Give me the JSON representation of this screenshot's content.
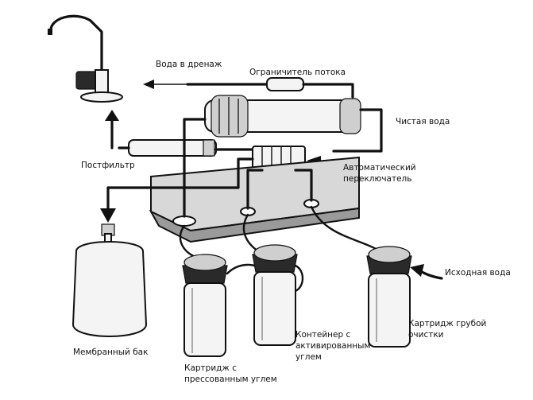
{
  "labels": {
    "drain": "Вода в дренаж",
    "flow_limiter": "Ограничитель потока",
    "clean_water": "Чистая вода",
    "postfilter": "Постфильтр",
    "auto_switch_l1": "Автоматический",
    "auto_switch_l2": "переключатель",
    "source_water": "Исходная вода",
    "membrane_tank": "Мембранный бак",
    "pressed_carbon_l1": "Картридж с",
    "pressed_carbon_l2": "прессованным углем",
    "activated_carbon_l1": "Контейнер с",
    "activated_carbon_l2": "активированным",
    "activated_carbon_l3": "углем",
    "coarse_l1": "Картридж грубой",
    "coarse_l2": "очистки"
  }
}
